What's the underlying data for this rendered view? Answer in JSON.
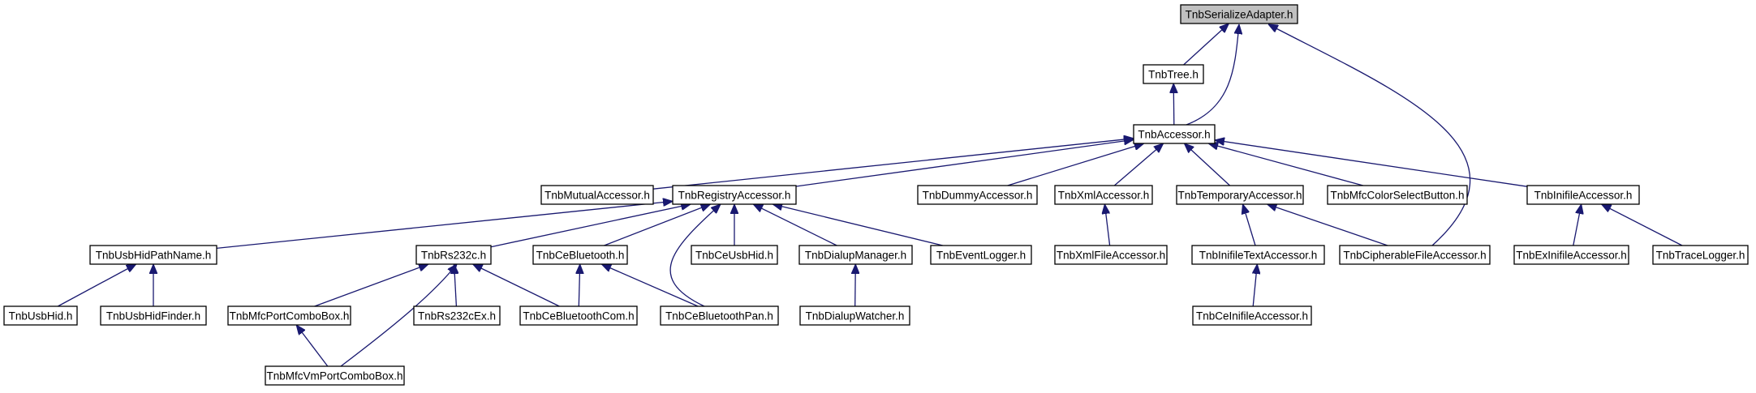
{
  "diagram": {
    "nodes": [
      {
        "id": "serialize",
        "label": "TnbSerializeAdapter.h",
        "root": true
      },
      {
        "id": "tree",
        "label": "TnbTree.h"
      },
      {
        "id": "accessor",
        "label": "TnbAccessor.h"
      },
      {
        "id": "mutual",
        "label": "TnbMutualAccessor.h"
      },
      {
        "id": "registry",
        "label": "TnbRegistryAccessor.h"
      },
      {
        "id": "dummy",
        "label": "TnbDummyAccessor.h"
      },
      {
        "id": "xmlacc",
        "label": "TnbXmlAccessor.h"
      },
      {
        "id": "temporary",
        "label": "TnbTemporaryAccessor.h"
      },
      {
        "id": "colorbtn",
        "label": "TnbMfcColorSelectButton.h"
      },
      {
        "id": "inifile",
        "label": "TnbInifileAccessor.h"
      },
      {
        "id": "usbhidpath",
        "label": "TnbUsbHidPathName.h"
      },
      {
        "id": "rs232c",
        "label": "TnbRs232c.h"
      },
      {
        "id": "cebt",
        "label": "TnbCeBluetooth.h"
      },
      {
        "id": "ceusbhid",
        "label": "TnbCeUsbHid.h"
      },
      {
        "id": "dialupmgr",
        "label": "TnbDialupManager.h"
      },
      {
        "id": "eventlog",
        "label": "TnbEventLogger.h"
      },
      {
        "id": "xmlfile",
        "label": "TnbXmlFileAccessor.h"
      },
      {
        "id": "initext",
        "label": "TnbInifileTextAccessor.h"
      },
      {
        "id": "cipher",
        "label": "TnbCipherableFileAccessor.h"
      },
      {
        "id": "exini",
        "label": "TnbExInifileAccessor.h"
      },
      {
        "id": "tracelog",
        "label": "TnbTraceLogger.h"
      },
      {
        "id": "usbhid",
        "label": "TnbUsbHid.h"
      },
      {
        "id": "usbhidfinder",
        "label": "TnbUsbHidFinder.h"
      },
      {
        "id": "portcombo",
        "label": "TnbMfcPortComboBox.h"
      },
      {
        "id": "rs232cex",
        "label": "TnbRs232cEx.h"
      },
      {
        "id": "cebtcom",
        "label": "TnbCeBluetoothCom.h"
      },
      {
        "id": "cebtpan",
        "label": "TnbCeBluetoothPan.h"
      },
      {
        "id": "dialupwatch",
        "label": "TnbDialupWatcher.h"
      },
      {
        "id": "ceinifile",
        "label": "TnbCeInifileAccessor.h"
      },
      {
        "id": "vmportcombo",
        "label": "TnbMfcVmPortComboBox.h"
      }
    ],
    "edges": [
      {
        "from": "tree",
        "to": "serialize"
      },
      {
        "from": "accessor",
        "to": "serialize"
      },
      {
        "from": "cipher",
        "to": "serialize"
      },
      {
        "from": "accessor",
        "to": "tree"
      },
      {
        "from": "mutual",
        "to": "accessor"
      },
      {
        "from": "registry",
        "to": "accessor"
      },
      {
        "from": "dummy",
        "to": "accessor"
      },
      {
        "from": "xmlacc",
        "to": "accessor"
      },
      {
        "from": "temporary",
        "to": "accessor"
      },
      {
        "from": "colorbtn",
        "to": "accessor"
      },
      {
        "from": "inifile",
        "to": "accessor"
      },
      {
        "from": "usbhidpath",
        "to": "registry"
      },
      {
        "from": "rs232c",
        "to": "registry"
      },
      {
        "from": "cebt",
        "to": "registry"
      },
      {
        "from": "ceusbhid",
        "to": "registry"
      },
      {
        "from": "dialupmgr",
        "to": "registry"
      },
      {
        "from": "eventlog",
        "to": "registry"
      },
      {
        "from": "cebtpan",
        "to": "registry"
      },
      {
        "from": "xmlfile",
        "to": "xmlacc"
      },
      {
        "from": "initext",
        "to": "temporary"
      },
      {
        "from": "cipher",
        "to": "temporary"
      },
      {
        "from": "exini",
        "to": "inifile"
      },
      {
        "from": "tracelog",
        "to": "inifile"
      },
      {
        "from": "usbhid",
        "to": "usbhidpath"
      },
      {
        "from": "usbhidfinder",
        "to": "usbhidpath"
      },
      {
        "from": "portcombo",
        "to": "rs232c"
      },
      {
        "from": "rs232cex",
        "to": "rs232c"
      },
      {
        "from": "cebtcom",
        "to": "rs232c"
      },
      {
        "from": "vmportcombo",
        "to": "rs232c"
      },
      {
        "from": "cebtcom",
        "to": "cebt"
      },
      {
        "from": "cebtpan",
        "to": "cebt"
      },
      {
        "from": "dialupwatch",
        "to": "dialupmgr"
      },
      {
        "from": "ceinifile",
        "to": "initext"
      },
      {
        "from": "vmportcombo",
        "to": "portcombo"
      }
    ]
  }
}
